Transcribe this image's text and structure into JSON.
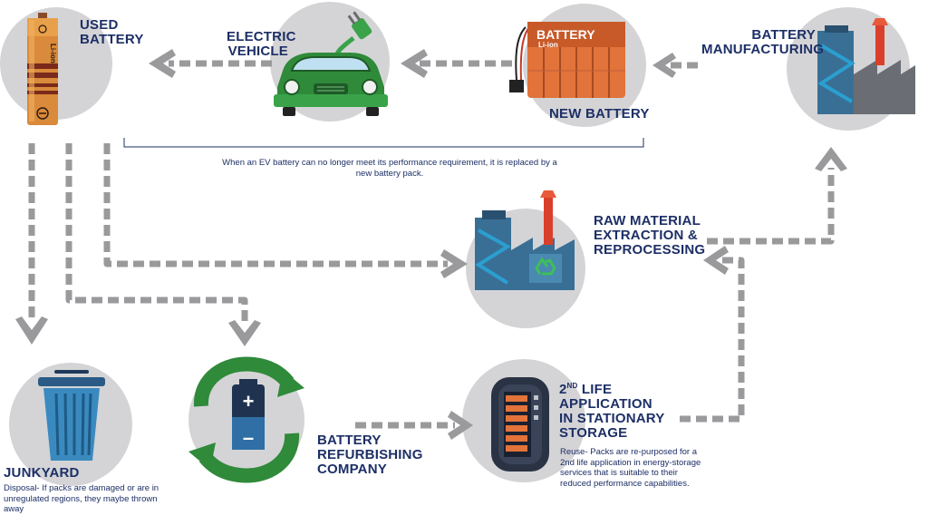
{
  "nodes": {
    "used_battery": {
      "title": "USED\nBATTERY"
    },
    "electric_vehicle": {
      "title": "ELECTRIC\nVEHICLE"
    },
    "new_battery": {
      "title": "NEW BATTERY",
      "battery_text": "BATTERY",
      "battery_subtext": "Li-ion"
    },
    "battery_manufacturing": {
      "title": "BATTERY\nMANUFACTURING"
    },
    "raw_material": {
      "title": "RAW MATERIAL\nEXTRACTION &\nREPROCESSING"
    },
    "junkyard": {
      "title": "JUNKYARD",
      "description": "Disposal- If packs are damaged or are in unregulated regions, they maybe thrown away"
    },
    "refurbishing": {
      "title": "BATTERY\nREFURBISHING\nCOMPANY"
    },
    "second_life": {
      "title_prefix": "2",
      "title_sup": "ND",
      "title_rest": " LIFE\nAPPLICATION\nIN STATIONARY\nSTORAGE",
      "description": "Reuse- Packs are re-purposed for a 2nd life application in energy-storage services that is suitable to their reduced performance capabilities."
    },
    "used_battery_label": {
      "text": "Li-ion"
    }
  },
  "note": "When an EV battery can no longer meet its performance requirement, it is replaced by a new battery pack.",
  "colors": {
    "circle": "#d4d4d6",
    "arrow": "#9a9a9c",
    "text": "#1d2f66",
    "green": "#2f8a3a",
    "orange": "#e2733a",
    "factory_blue": "#3a6f95",
    "factory_red": "#d9402b"
  }
}
